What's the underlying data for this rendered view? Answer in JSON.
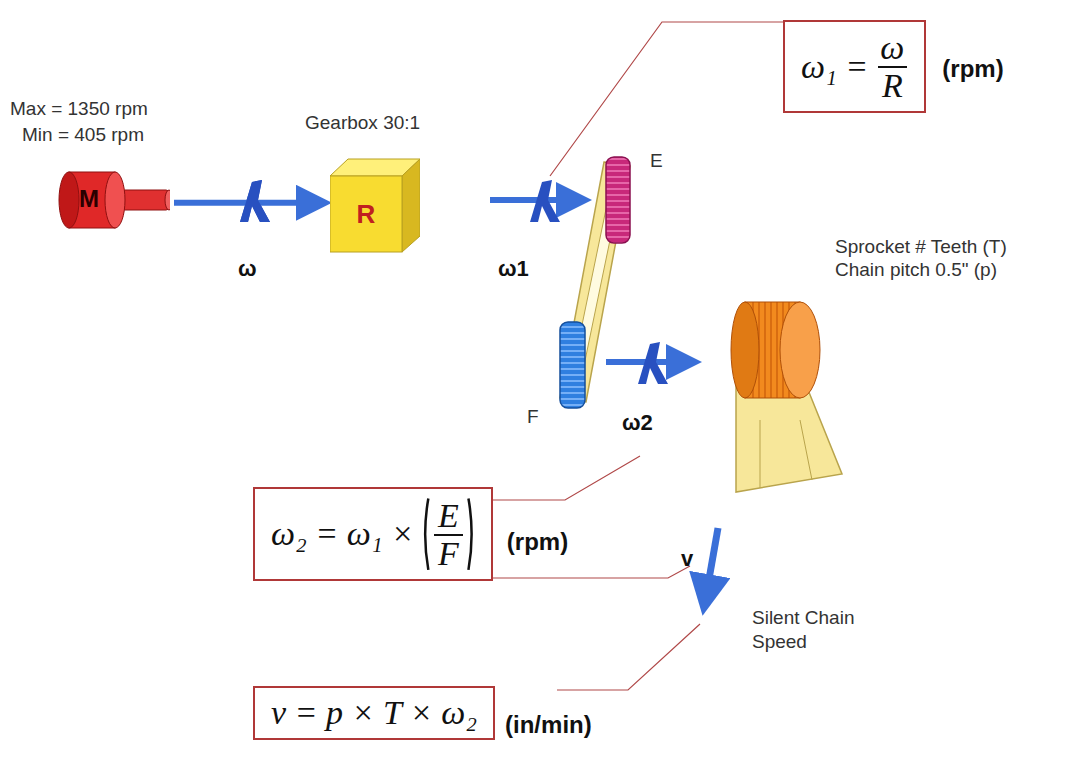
{
  "diagram": {
    "nodes": [
      {
        "text": [
          "M"
        ]
      },
      {
        "text": [
          "R"
        ]
      },
      {
        "text": [
          "ω₁ =",
          "ω",
          "R",
          "(rpm)"
        ]
      },
      {
        "text": [
          "ω₂ = ω₁ ×",
          "E",
          "F",
          "(rpm)"
        ]
      },
      {
        "text": [
          "v = p × T × ω₂",
          "(in/min)"
        ]
      }
    ],
    "edges": [
      {
        "from": 0,
        "to": 1,
        "arrow": "to"
      }
    ],
    "labels": [
      "Max = 1350 rpm",
      "Min = 405 rpm",
      "Gearbox 30:1",
      "ω",
      "ω1",
      "E",
      "F",
      "ω2",
      "Sprocket # Teeth (T)",
      "Chain pitch 0.5\" (p)",
      "v",
      "Silent Chain Speed"
    ]
  }
}
